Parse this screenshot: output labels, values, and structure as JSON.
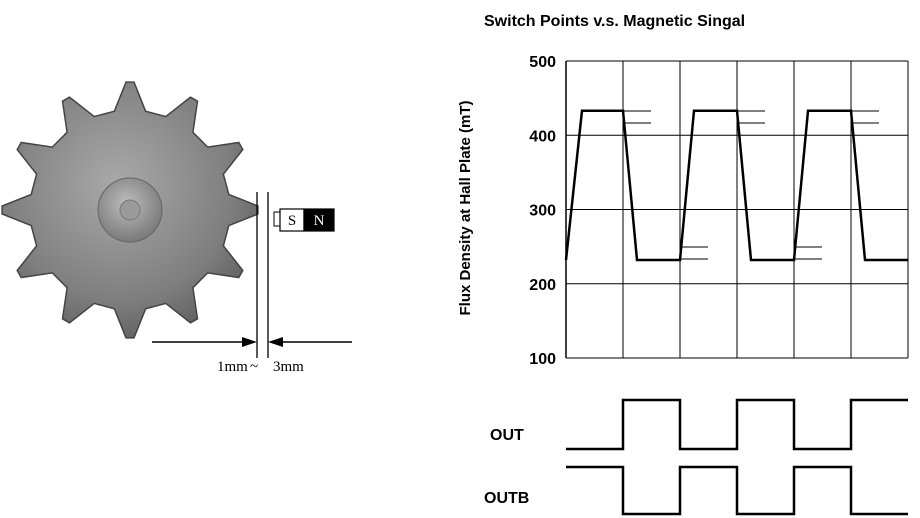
{
  "diagram": {
    "title": "Switch Points v.s. Magnetic Singal",
    "ylabel": "Flux Density at Hall Plate (mT)",
    "magnet": {
      "south": "S",
      "north": "N"
    },
    "distance_labels": {
      "min": "1mm",
      "tilde": "~",
      "max": "3mm"
    },
    "signals": [
      {
        "label": "OUT"
      },
      {
        "label": "OUTB"
      }
    ],
    "colors": {
      "ink": "#000000",
      "gear": "#8a8a8a",
      "gear_edge": "#4a4a4a"
    }
  },
  "chart_data": {
    "type": "line",
    "ylim": [
      100,
      500
    ],
    "yticks": [
      100,
      200,
      300,
      400,
      500
    ],
    "grid": true,
    "series": [
      {
        "values": [
          232,
          433,
          433,
          232,
          232,
          433,
          433,
          232,
          232,
          433,
          433,
          232,
          232
        ]
      }
    ],
    "operate_point_marks": 2,
    "release_point_marks": 2
  }
}
